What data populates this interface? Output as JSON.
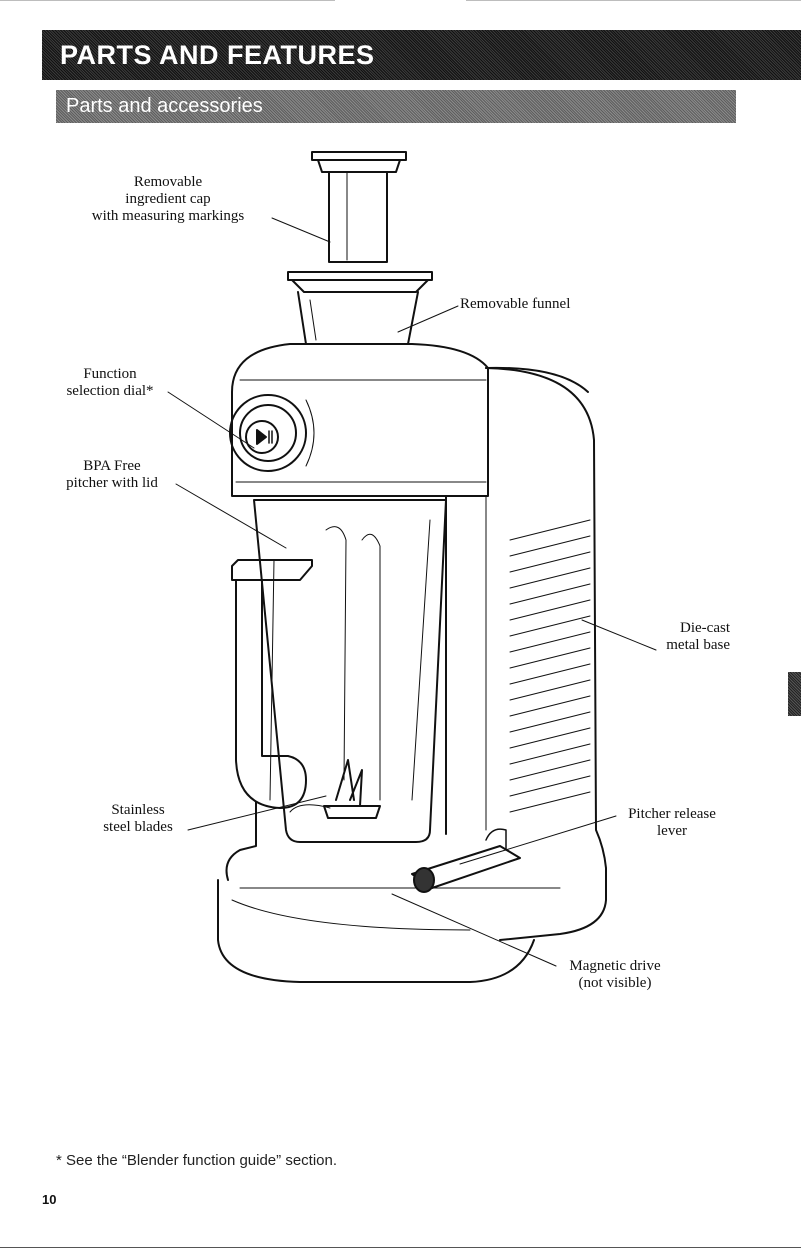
{
  "header": {
    "section_title": "PARTS AND FEATURES",
    "subsection_title": "Parts and accessories"
  },
  "labels": {
    "ingredient_cap": [
      "Removable",
      "ingredient cap",
      "with measuring markings"
    ],
    "funnel": [
      "Removable funnel"
    ],
    "function_dial": [
      "Function",
      "selection dial*"
    ],
    "pitcher": [
      "BPA Free",
      "pitcher with lid"
    ],
    "metal_base": [
      "Die-cast",
      "metal base"
    ],
    "blades": [
      "Stainless",
      "steel blades"
    ],
    "release_lever": [
      "Pitcher release",
      "lever"
    ],
    "magnetic_drive": [
      "Magnetic drive",
      "(not visible)"
    ]
  },
  "footnote": "* See the “Blender function guide” section.",
  "page_number": "10",
  "colors": {
    "banner_dark": "#1e1e1e",
    "banner_gray": "#737373",
    "line_art": "#111111"
  }
}
